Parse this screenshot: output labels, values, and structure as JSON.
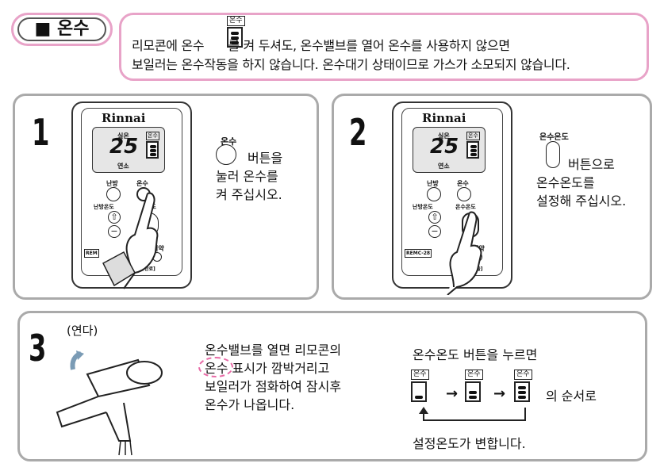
{
  "title": {
    "icon": "square-bullet",
    "label": "■ 온수"
  },
  "intro": {
    "line1_before": "리모콘에 온수",
    "indicator_label": "온수",
    "line1_after": "를 켜 두셔도, 온수밸브를 열어 온수를 사용하지 않으면",
    "line2": "보일러는 온수작동을 하지 않습니다. 온수대기 상태이므로 가스가 소모되지 않습니다."
  },
  "steps": [
    {
      "number": "1",
      "button_caption": "온수",
      "instruction": [
        "버튼을",
        "눌러 온수를",
        "켜 주십시오."
      ],
      "remote": {
        "brand": "Rinnai",
        "temp": "25",
        "temp_top": "실온",
        "temp_bottom": "연소",
        "lcd_label": "온수",
        "btn_heat": "난방",
        "btn_hot": "온수",
        "btn_heat_temp": "난방온도",
        "btn_hot_temp": "온도",
        "btn_res": "예",
        "btn_save": "절약",
        "btn_bottom": "[실외/완료]",
        "model": "REM"
      }
    },
    {
      "number": "2",
      "button_caption": "온수온도",
      "instruction": [
        "버튼으로",
        "온수온도를",
        "설정해 주십시오."
      ],
      "remote": {
        "brand": "Rinnai",
        "temp": "25",
        "temp_top": "실온",
        "temp_bottom": "연소",
        "lcd_label": "온수",
        "btn_heat": "난방",
        "btn_hot": "온수",
        "btn_heat_temp": "난방온도",
        "btn_hot_temp": "온수온도",
        "btn_res": "",
        "btn_save": "절약",
        "btn_bottom": "[외출]",
        "model": "REMC-28"
      }
    }
  ],
  "step3": {
    "number": "3",
    "valve_label": "(연다)",
    "text": [
      "온수밸브를 열면 리모콘의",
      "온수 표시가 깜박거리고",
      "보일러가 점화하여 잠시후",
      "온수가 나옵니다."
    ],
    "sequence_title": "온수온도 버튼을 누르면",
    "sequence_label": "온수",
    "sequence_suffix": "의 순서로",
    "sequence_footer": "설정온도가 변합니다."
  }
}
